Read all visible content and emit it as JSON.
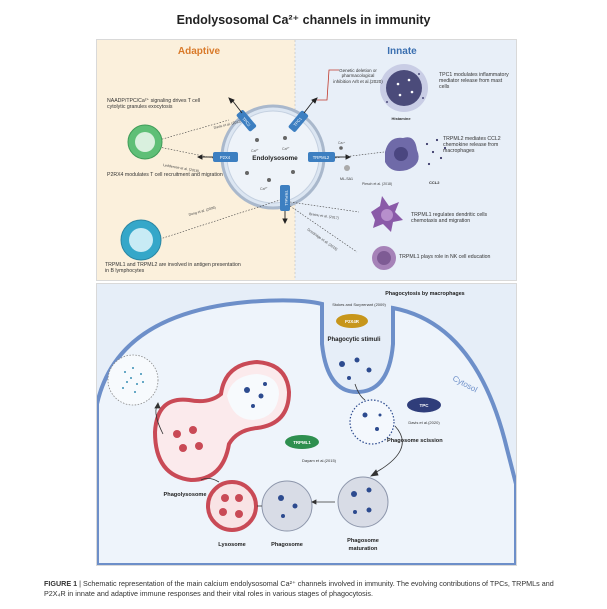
{
  "title": "Endolysosomal Ca²⁺ channels in immunity",
  "top": {
    "adaptive_label": "Adaptive",
    "innate_label": "Innate",
    "endolysosome_label": "Endolysosome",
    "channel_tpc2": "TPC2",
    "channel_tpc1": "TPC1",
    "channel_p2x4": "P2X4",
    "channel_trpml2": "TRPML2",
    "channel_trpml1": "TRPML1",
    "ca_label": "Ca²⁺",
    "ml_sa1": "ML-SA1",
    "genetic_note": "Genetic deletion or pharmacological inhibition Arlt et al.(2020)",
    "histamine": "Histamine",
    "ccl2": "CCL2",
    "tpc1_text": "TPC1 modulates inflammatory mediator release from mast cells",
    "trpml2_text": "TRPML2 mediates CCL2 chemokine release from macrophages",
    "trpml1_dc_text": "TRPML1 regulates dendritic cells chemotaxis and migration",
    "trpml1_nk_text": "TRPML1 plays role in NK cell education",
    "naadp_text": "NAADP/TPC/Ca²⁺ signaling drives T cell cytolytic granules exocytosis",
    "p2x4_text": "P2RX4 modulates T cell recruitment and migration",
    "trpml_b_text": "TRPML1 and TRPML2 are involved in antigen presentation in B lymphocytes",
    "ref_davis": "Davis et al. (2012)",
    "ref_ledderose": "Ledderose et al. (2018)",
    "ref_dong": "Dong et al. (2006)",
    "ref_plesch": "Plesch et al. (2018)",
    "ref_bretou": "Bretou et al. (2017)",
    "ref_goodridge": "Goodridge et al. (2019)"
  },
  "bottom": {
    "header": "Phagocytosis by macrophages",
    "ref_stokes": "Stokes and Surprenant (2009)",
    "p2x4r": "P2X4R",
    "phagocytic_stimuli": "Phagocytic stimuli",
    "cytosol": "Cytosol",
    "tpc": "TPC",
    "ref_davis2020": "Davis et al.(2020)",
    "phagosome_scission": "Phagosome scission",
    "trpml1": "TRPML1",
    "ref_dayam": "Dayam et al.(2015)",
    "phagolysosome": "Phagolysosome",
    "lysosome": "Lysosome",
    "phagosome": "Phagosome",
    "phagosome_maturation": "Phagosome maturation"
  },
  "caption": {
    "label": "FIGURE 1",
    "text": "| Schematic representation of the main calcium endolysosomal Ca²⁺ channels involved in immunity. The evolving contributions of TPCs, TRPMLs and P2X₄R in innate and adaptive immune responses and their vital roles in various stages of phagocytosis."
  },
  "colors": {
    "adaptive_bg": "#fbf0dc",
    "innate_bg": "#e8eff8",
    "adaptive_title": "#d97a2a",
    "innate_title": "#3a6fb0",
    "channel_blue": "#3d7fc1",
    "tcell_green": "#5fbf77",
    "bcell_teal": "#35a7c9",
    "lysosome_red": "#c94a56",
    "p2x4r_gold": "#c7961b",
    "tpc_navy": "#2f3d7a",
    "trpml1_green": "#2e8f4f",
    "cytosol_blue": "#6d8fc9"
  }
}
